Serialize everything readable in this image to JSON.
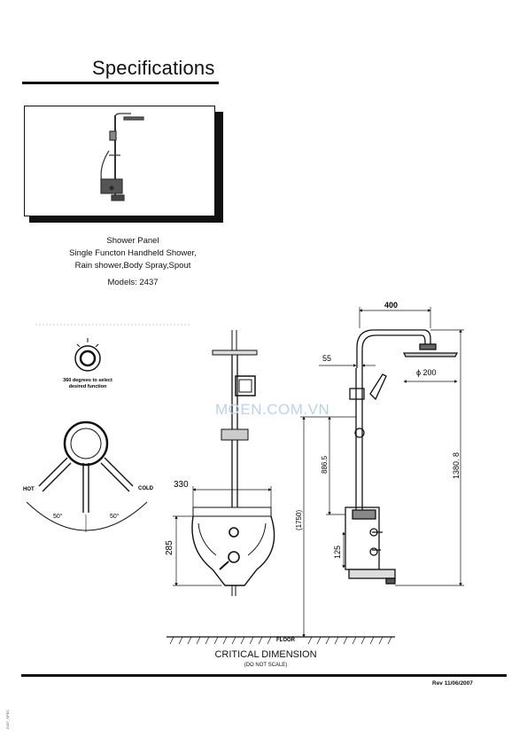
{
  "header": {
    "title": "Specifications"
  },
  "caption": {
    "line1": "Shower Panel",
    "line2": "Single Functon Handheld Shower,",
    "line3": "Rain shower,Body Spray,Spout",
    "models": "Models: 2437"
  },
  "dial": {
    "note_line1": "360 degrees to select",
    "note_line2": "desired function"
  },
  "lever": {
    "hot": "HOT",
    "cold": "COLD",
    "angle_left": "50°",
    "angle_right": "50°"
  },
  "front_view": {
    "width": "330",
    "height_mixer": "285"
  },
  "side_view": {
    "arm_reach": "400",
    "head_diameter": "ϕ 200",
    "offset": "55",
    "slide_height": "886.5",
    "overall_height": "1380. 8",
    "floor_height": "(1750)",
    "base_height": "125",
    "floor_label": "FLOOR"
  },
  "footer": {
    "critical": "CRITICAL DIMENSION",
    "not_scale": "(DO NOT SCALE)",
    "rev": "Rev 11/06/2007",
    "side_note": "Z437_SPEC"
  },
  "watermark": "MOEN.COM.VN"
}
